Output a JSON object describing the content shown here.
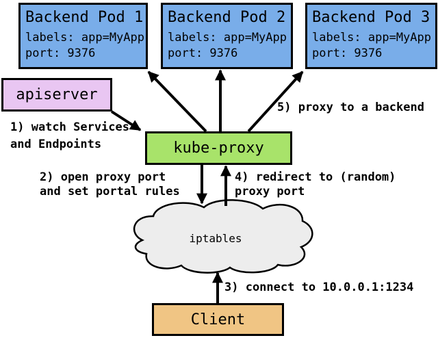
{
  "diagram": {
    "pods": [
      {
        "title": "Backend Pod 1",
        "labels": "labels: app=MyApp",
        "port": "port: 9376"
      },
      {
        "title": "Backend Pod 2",
        "labels": "labels: app=MyApp",
        "port": "port: 9376"
      },
      {
        "title": "Backend Pod 3",
        "labels": "labels: app=MyApp",
        "port": "port: 9376"
      }
    ],
    "nodes": {
      "apiserver": "apiserver",
      "kube_proxy": "kube-proxy",
      "iptables": "iptables",
      "client": "Client"
    },
    "annotations": {
      "step1_line1": "1) watch Services",
      "step1_line2": "and Endpoints",
      "step2_line1": "2) open proxy port",
      "step2_line2": "and set portal rules",
      "step3": "3) connect to 10.0.0.1:1234",
      "step4_line1": "4) redirect to (random)",
      "step4_line2": "proxy port",
      "step5": "5) proxy to a backend"
    },
    "colors": {
      "pod_fill": "#79ade9",
      "apiserver_fill": "#e9c6f2",
      "kube_proxy_fill": "#a8e36a",
      "iptables_fill": "#ededed",
      "client_fill": "#f0c584",
      "outline": "#000000"
    }
  }
}
